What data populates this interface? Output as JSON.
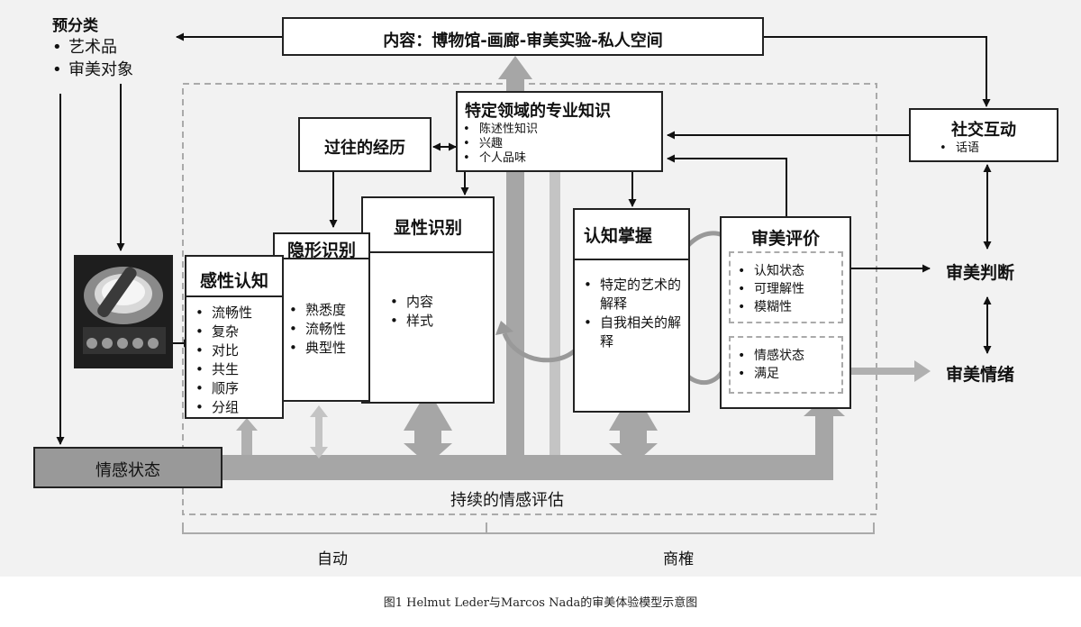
{
  "pre_classification": {
    "title": "预分类",
    "items": [
      "艺术品",
      "审美对象"
    ]
  },
  "content_box": {
    "label": "内容：博物馆-画廊-审美实验-私人空间"
  },
  "expertise": {
    "title": "特定领域的专业知识",
    "items": [
      "陈述性知识",
      "兴趣",
      "个人品味"
    ]
  },
  "past_experience": {
    "title": "过往的经历"
  },
  "social_interaction": {
    "title": "社交互动",
    "items": [
      "话语"
    ]
  },
  "perceptual_analysis": {
    "title": "感性认知",
    "items": [
      "流畅性",
      "复杂",
      "对比",
      "共生",
      "顺序",
      "分组"
    ]
  },
  "implicit_integration": {
    "title": "隐形识别",
    "items": [
      "熟悉度",
      "流畅性",
      "典型性"
    ]
  },
  "explicit_classification": {
    "title": "显性识别",
    "items": [
      "内容",
      "样式"
    ]
  },
  "cognitive_mastering": {
    "title": "认知掌握",
    "items": [
      "特定的艺术的解释",
      "自我相关的解释"
    ]
  },
  "evaluation": {
    "title": "审美评价",
    "cognitive_items": [
      "认知状态",
      "可理解性",
      "模糊性"
    ],
    "affective_items": [
      "情感状态",
      "满足"
    ]
  },
  "outputs": {
    "judgment": "审美判断",
    "emotion": "审美情绪"
  },
  "affective_state_bar": {
    "label": "情感状态"
  },
  "continuous_evaluation": {
    "label": "持续的情感评估"
  },
  "bracket_labels": {
    "automatic": "自动",
    "deliberate": "商榷"
  },
  "caption": "图1 Helmut Leder与Marcos Nada的审美体验模型示意图",
  "colors": {
    "bar_fill": "#a6a6a6",
    "bar_light": "#c4c4c4",
    "dashed": "#aaaaaa",
    "affective_box": "#999999"
  }
}
